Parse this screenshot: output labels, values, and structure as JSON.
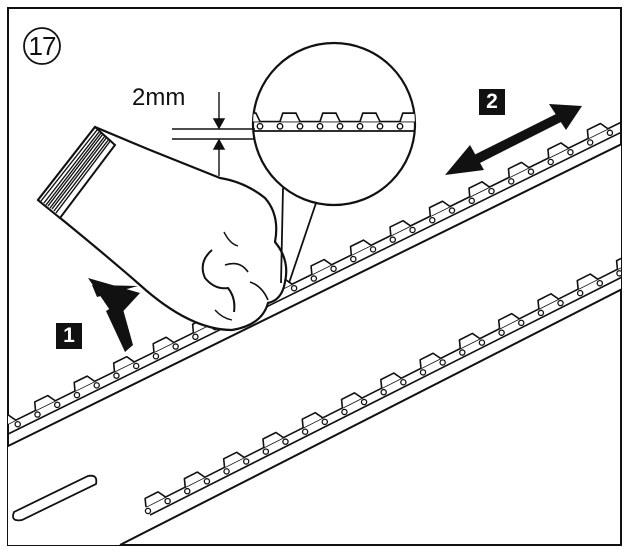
{
  "figure": {
    "step_number": "17",
    "gap_measurement": "2mm",
    "steps": [
      {
        "label": "1",
        "action": "push-hand-up-arrow"
      },
      {
        "label": "2",
        "action": "pull-chain-double-arrow"
      }
    ]
  },
  "icons": [
    "circled-number",
    "gloved-hand-icon",
    "magnifier-detail-icon",
    "up-arrow-icon",
    "double-arrow-icon",
    "chainsaw-bar-icon",
    "saw-chain-icon"
  ],
  "colors": {
    "ink": "#111111",
    "paper": "#ffffff"
  }
}
